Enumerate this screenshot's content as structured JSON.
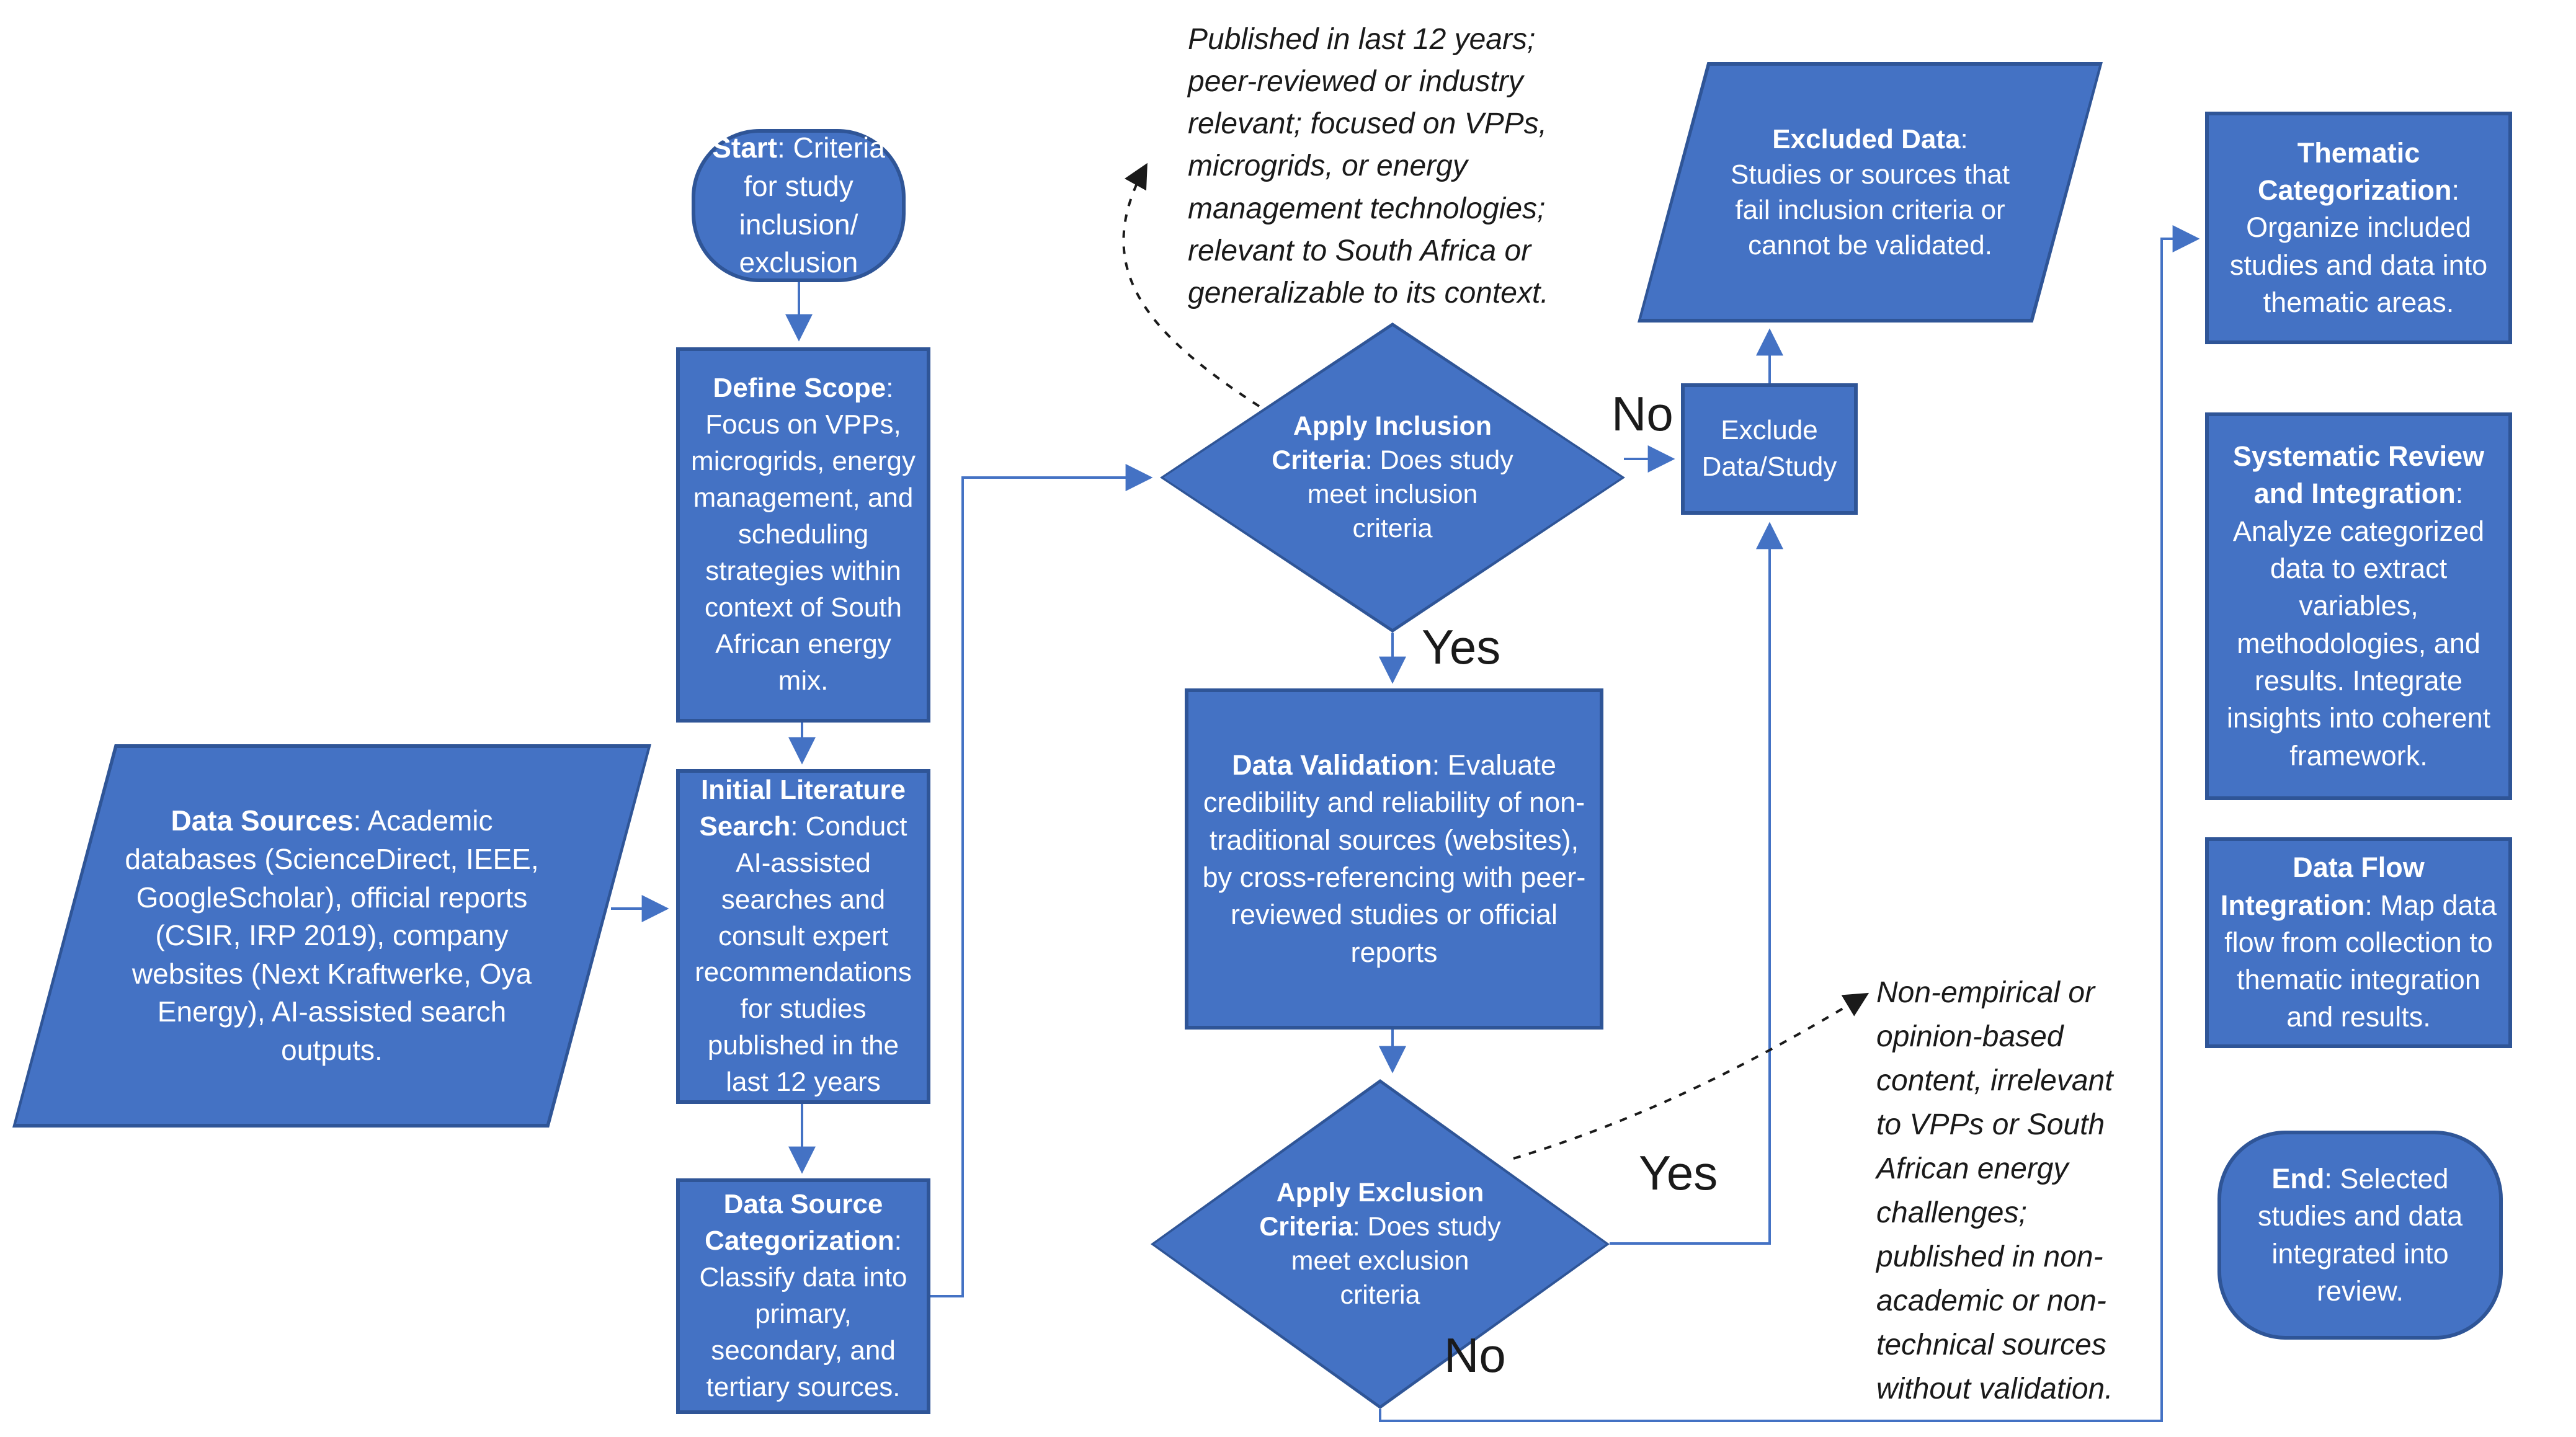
{
  "colors": {
    "node_fill": "#4472C4",
    "node_border": "#2F5597",
    "connector": "#4472C4",
    "node_text": "#FFFFFF",
    "annotation_text": "#1A1A1A",
    "background": "#FFFFFF"
  },
  "nodes": {
    "start": {
      "bold": "Start",
      "rest": ": Criteria for study inclusion/ exclusion"
    },
    "define_scope": {
      "bold": "Define Scope",
      "rest": ": Focus on VPPs, microgrids, energy management, and scheduling strategies within context of South African energy mix."
    },
    "data_sources": {
      "bold": "Data Sources",
      "rest": ": Academic databases (ScienceDirect, IEEE, GoogleScholar), official reports (CSIR, IRP 2019), company websites (Next Kraftwerke, Oya Energy), AI-assisted search outputs."
    },
    "initial_literature_search": {
      "bold": "Initial Literature Search",
      "rest": ": Conduct AI-assisted searches and consult expert recommendations for studies published in the last 12 years"
    },
    "data_source_categorization": {
      "bold": "Data Source Categorization",
      "rest": ": Classify data into primary, secondary, and tertiary sources."
    },
    "apply_inclusion_criteria": {
      "bold": "Apply Inclusion Criteria",
      "rest": ": Does study meet inclusion criteria"
    },
    "exclude_data_study": {
      "text": "Exclude Data/Study"
    },
    "excluded_data": {
      "bold": "Excluded Data",
      "rest": ": Studies or sources that fail inclusion criteria or cannot be validated."
    },
    "data_validation": {
      "bold": "Data Validation",
      "rest": ": Evaluate credibility and reliability of non-traditional sources (websites), by cross-referencing with peer-reviewed studies or official reports"
    },
    "apply_exclusion_criteria": {
      "bold": "Apply Exclusion Criteria",
      "rest": ": Does study meet exclusion criteria"
    },
    "thematic_categorization": {
      "bold": "Thematic Categorization",
      "rest": ": Organize included studies and data into thematic areas."
    },
    "systematic_review": {
      "bold": "Systematic Review and Integration",
      "rest": ": Analyze categorized data to extract variables, methodologies, and results. Integrate insights into coherent framework."
    },
    "data_flow_integration": {
      "bold": "Data Flow Integration",
      "rest": ": Map data flow from collection to thematic integration and results."
    },
    "end": {
      "bold": "End",
      "rest": ": Selected studies and data integrated into review."
    }
  },
  "edge_labels": {
    "inclusion_no": "No",
    "inclusion_yes": "Yes",
    "exclusion_yes": "Yes",
    "exclusion_no": "No"
  },
  "annotations": {
    "inclusion_criteria_note": "Published in last 12 years; peer-reviewed or industry relevant; focused on VPPs, microgrids, or energy management technologies; relevant to South Africa or generalizable to its context.",
    "exclusion_criteria_note": "Non-empirical or opinion-based content, irrelevant to VPPs or South African energy challenges; published in non-academic or non-technical sources without validation."
  }
}
